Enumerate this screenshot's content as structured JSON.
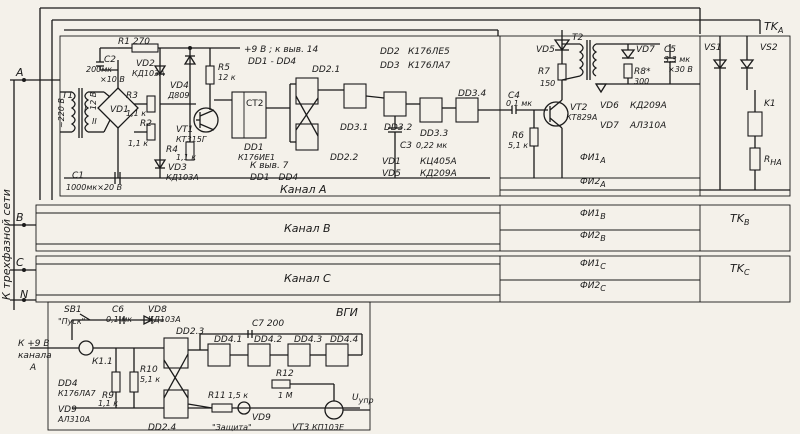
{
  "left_label": "К трехфазной сети",
  "phases": {
    "a": "A",
    "b": "B",
    "c": "C",
    "n": "N"
  },
  "channels": {
    "a": "Канал  А",
    "b": "Канал  В",
    "c": "Канал  С"
  },
  "supply": {
    "v9": "+9 В ; к выв. 14",
    "v9_sub": "DD1 - DD4",
    "gnd": "К выв. 7",
    "gnd_sub": "DD1 - DD4"
  },
  "components": {
    "t1": "T1",
    "t1_in": "~220 В",
    "t1_out": "12 В",
    "t1_i": "I",
    "t1_ii": "II",
    "vd1": "VD1",
    "r1": "R1  270",
    "c2": "C2",
    "c2_val": "200мк",
    "c2_v": "×10 В",
    "vd2": "VD2",
    "vd2_t": "КД103А",
    "r3": "R3",
    "r3_v": "1,1 к",
    "r2": "R2",
    "r2_v": "1,1 к",
    "vd4": "VD4",
    "vd4_t": "Д809",
    "r5": "R5",
    "r5_v": "12 к",
    "vt1": "VT1",
    "vt1_t": "КТ315Г",
    "r4": "R4",
    "r4_v": "1,1 к",
    "vd3": "VD3",
    "vd3_t": "КД103А",
    "c1": "C1",
    "c1_v": "1000мк×20 В",
    "dd1": "DD1",
    "dd1_t": "К176ИЕ1",
    "ct2": "CT2",
    "dd2_1": "DD2.1",
    "dd2_2": "DD2.2",
    "dd3_1": "DD3.1",
    "dd3_2": "DD3.2",
    "dd3_3": "DD3.3",
    "dd3_4": "DD3.4",
    "dd2_l": "DD2",
    "dd2_t": "К176ЛЕ5",
    "dd3_l": "DD3",
    "dd3_t": "К176ЛА7",
    "c3": "C3",
    "c3_v": "0,22 мк",
    "vd1_l": "VD1",
    "vd1_t": "КЦ405А",
    "vd5_l": "VD5",
    "vd5_t": "КД209А",
    "c4": "C4",
    "c4_v": "0,1 мк",
    "vd5": "VD5",
    "r7": "R7",
    "r7_v": "150",
    "r6": "R6",
    "r6_v": "5,1 к",
    "vt2": "VT2",
    "vt2_t": "КТ829А",
    "t2": "T2",
    "vd7": "VD7",
    "c5": "C5",
    "c5_v": "3,3 мк",
    "c5_vv": "×30 В",
    "r8": "R8*",
    "r8_v": "300",
    "vd6_l": "VD6",
    "vd6_t": "КД209А",
    "vd7_l": "VD7",
    "vd7_t": "АЛ310А",
    "vs1": "VS1",
    "vs2": "VS2",
    "k1": "K1",
    "rh": "R",
    "rh_sub": "НА",
    "tka": "TK",
    "tka_sub": "A",
    "tkb": "TK",
    "tkb_sub": "B",
    "tkc": "TK",
    "tkc_sub": "C",
    "fi1a": "ФИ1",
    "fi1a_sub": "A",
    "fi2a": "ФИ2",
    "fi2a_sub": "A",
    "fi1b": "ФИ1",
    "fi1b_sub": "B",
    "fi2b": "ФИ2",
    "fi2b_sub": "B",
    "fi1c": "ФИ1",
    "fi1c_sub": "C",
    "fi2c": "ФИ2",
    "fi2c_sub": "C"
  },
  "bottom": {
    "sb1": "SB1",
    "sb1_t": "\"Пуск\"",
    "c6": "C6",
    "c6_v": "0,1 мк",
    "vd8": "VD8",
    "vd8_t": "КД103А",
    "dd2_3": "DD2.3",
    "dd2_4": "DD2.4",
    "c7": "C7  200",
    "vgi": "ВГИ",
    "dd4_1": "DD4.1",
    "dd4_2": "DD4.2",
    "dd4_3": "DD4.3",
    "dd4_4": "DD4.4",
    "k9v": "К +9 В",
    "k9v_2": "канала",
    "k9v_3": "А",
    "k11": "К1.1",
    "r9": "R9",
    "r9_v": "1,1 к",
    "r10": "R10",
    "r10_v": "5,1 к",
    "dd4": "DD4",
    "dd4_t": "К176ЛА7",
    "vd9": "VD9",
    "vd9_t": "АЛ310А",
    "r11": "R11",
    "r11_v": "1,5 к",
    "vd9_2": "VD9",
    "zashita": "\"Защита\"",
    "r12": "R12",
    "r12_v": "1 М",
    "vt3": "VT3",
    "vt3_t": "КП103Е",
    "uupr": "U",
    "uupr_sub": "упр"
  }
}
